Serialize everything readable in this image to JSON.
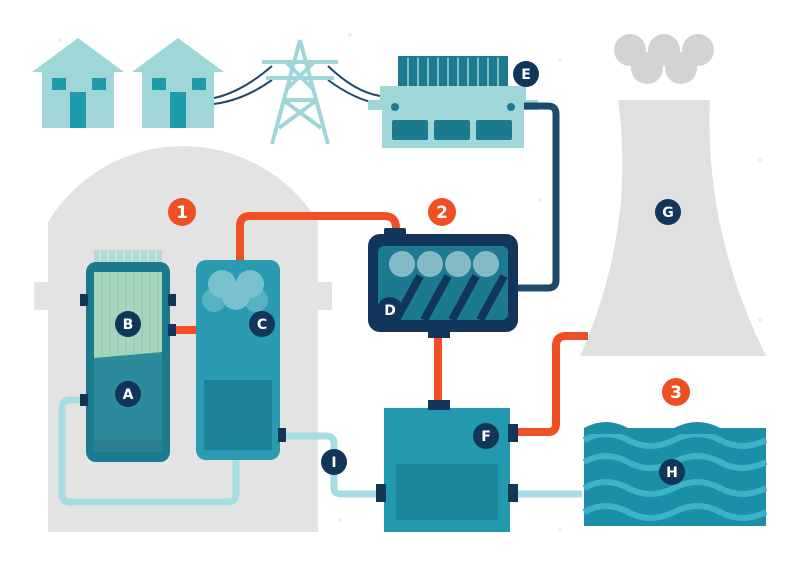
{
  "colors": {
    "building": "#e3e3e3",
    "pipe_hot": "#f04e23",
    "pipe_cool": "#a6dde3",
    "pipe_dark": "#1f4a6a",
    "teal_light": "#9fd6d8",
    "teal": "#1f9aaa",
    "teal_dark": "#1b7a8e",
    "navy": "#12365a",
    "tower": "#e0e0e0",
    "steam": "#cfcfcf",
    "water": "#1d8ea8",
    "water_light": "#3fb2c6"
  },
  "labels": {
    "reactor_core": "A",
    "control_rods": "B",
    "steam_generator": "C",
    "turbine": "D",
    "generator": "E",
    "condenser": "F",
    "cooling_tower": "G",
    "water_source": "H",
    "pump": "I"
  },
  "stages": {
    "stage_1": "1",
    "stage_2": "2",
    "stage_3": "3"
  },
  "icons": {
    "houses": "house-icon",
    "pylon": "power-pylon-icon",
    "steam": "steam-cloud-icon"
  }
}
